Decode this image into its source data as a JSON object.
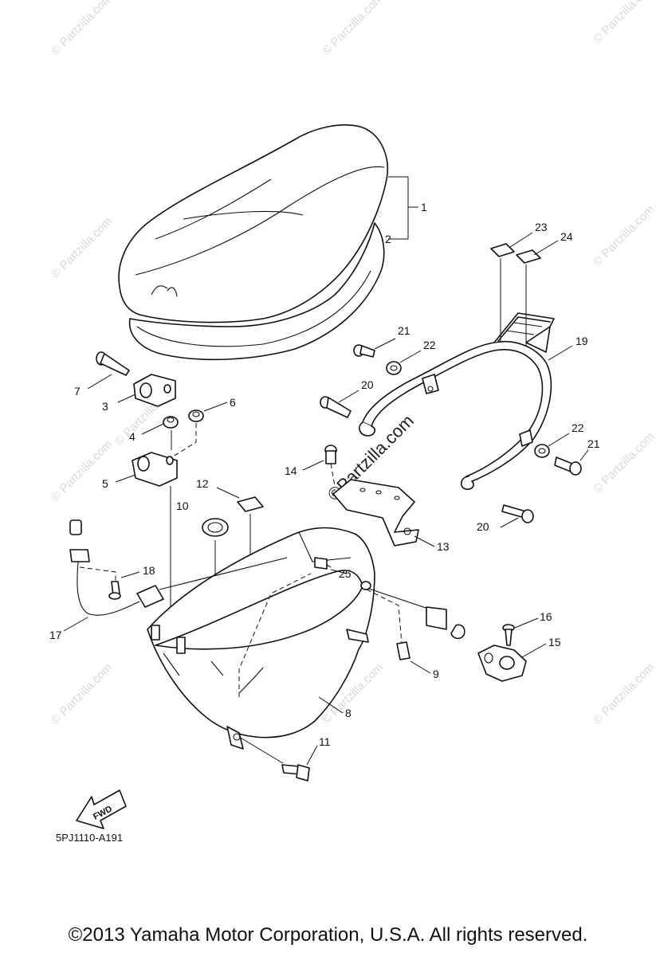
{
  "watermark": {
    "text": "© Partzilla.com",
    "center_text": "©Partzilla.com"
  },
  "diagram_code": "5PJ1110-A191",
  "fwd_label": "FWD",
  "copyright": "©2013  Yamaha Motor Corporation, U.S.A. All rights reserved.",
  "callouts": {
    "c1": "1",
    "c2": "2",
    "c3": "3",
    "c4": "4",
    "c5": "5",
    "c6": "6",
    "c7": "7",
    "c8": "8",
    "c9": "9",
    "c10": "10",
    "c11": "11",
    "c12": "12",
    "c13": "13",
    "c14": "14",
    "c15": "15",
    "c16": "16",
    "c17": "17",
    "c18": "18",
    "c19": "19",
    "c20a": "20",
    "c20b": "20",
    "c21a": "21",
    "c21b": "21",
    "c22a": "22",
    "c22b": "22",
    "c23": "23",
    "c24": "24",
    "c25": "25"
  }
}
